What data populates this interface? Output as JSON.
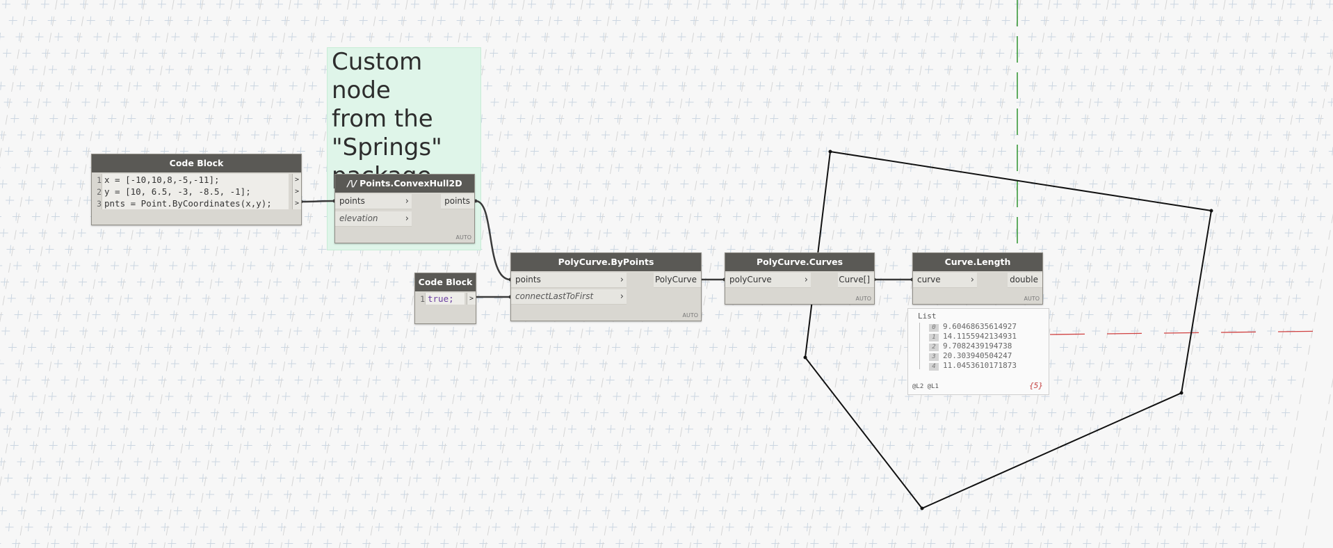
{
  "annotation": {
    "text": "Custom node\nfrom the\n\"Springs\"\npackage"
  },
  "code_block_1": {
    "title": "Code Block",
    "lines": [
      {
        "num": "1",
        "text": "x = [-10,10,8,-5,-11];"
      },
      {
        "num": "2",
        "text": "y = [10, 6.5, -3, -8.5, -1];"
      },
      {
        "num": "3",
        "text": "pnts = Point.ByCoordinates(x,y);"
      }
    ],
    "out_glyph": ">"
  },
  "convex_hull": {
    "icon": "package-icon",
    "icon_text": "/\\/",
    "title": "Points.ConvexHull2D",
    "inputs": [
      "points",
      "elevation"
    ],
    "output": "points",
    "lacing": "AUTO"
  },
  "code_block_2": {
    "title": "Code Block",
    "lines": [
      {
        "num": "1",
        "text": "true;"
      }
    ],
    "out_glyph": ">"
  },
  "polycurve_bypoints": {
    "title": "PolyCurve.ByPoints",
    "inputs": [
      "points",
      "connectLastToFirst"
    ],
    "output": "PolyCurve",
    "lacing": "AUTO"
  },
  "polycurve_curves": {
    "title": "PolyCurve.Curves",
    "inputs": [
      "polyCurve"
    ],
    "output": "Curve[]",
    "lacing": "AUTO"
  },
  "curve_length": {
    "title": "Curve.Length",
    "inputs": [
      "curve"
    ],
    "output": "double",
    "lacing": "AUTO"
  },
  "watch_preview": {
    "title": "List",
    "items": [
      {
        "index": "0",
        "value": "9.60468635614927"
      },
      {
        "index": "1",
        "value": "14.1155942134931"
      },
      {
        "index": "2",
        "value": "9.7082439194738"
      },
      {
        "index": "3",
        "value": "20.303940504247"
      },
      {
        "index": "4",
        "value": "11.0453610171873"
      }
    ],
    "levels": "@L2 @L1",
    "count": "{5}"
  },
  "colors": {
    "node_header": "#5a5955",
    "node_body": "#d9d7d1",
    "group": "#dff5e9",
    "axis_green": "#3a9a3a",
    "axis_red": "#d04040",
    "polygon": "#111111",
    "wire": "#333333"
  }
}
